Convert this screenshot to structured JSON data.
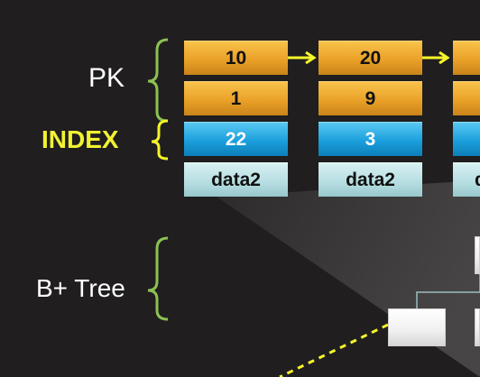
{
  "labels": {
    "pk": "PK",
    "index": "INDEX",
    "btree": "B+ Tree"
  },
  "columns": [
    {
      "pk": "10",
      "pk2": "1",
      "index": "22",
      "data": "data2"
    },
    {
      "pk": "20",
      "pk2": "9",
      "index": "3",
      "data": "data2"
    },
    {
      "pk": "",
      "pk2": "",
      "index": "",
      "data": "d"
    }
  ],
  "colors": {
    "background": "#201e1f",
    "pk_cell": "#eaa128",
    "index_cell": "#1a9fdc",
    "data_cell": "#b4dde1",
    "bracket": "#8cc152",
    "arrow": "#f5f52a",
    "index_label": "#f2f230"
  },
  "icons": {
    "brace": "curly-bracket",
    "arrow": "right-arrow",
    "tree_link": "dashed-line"
  }
}
